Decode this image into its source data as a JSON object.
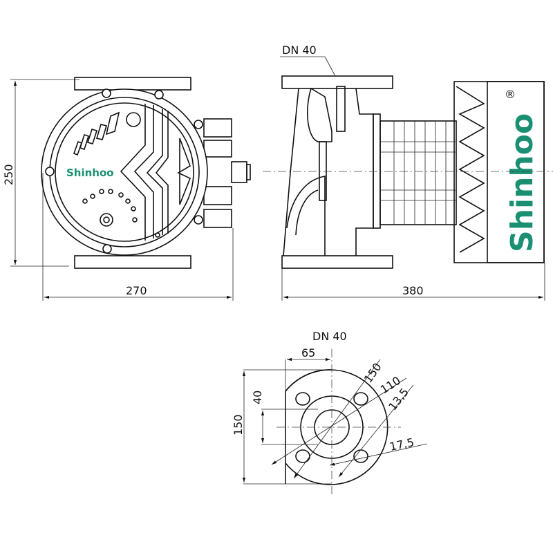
{
  "brand": {
    "name": "Shinhoo",
    "registered": "®",
    "color": "#1b8f72"
  },
  "front_view": {
    "height_label": "250",
    "width_label": "270"
  },
  "side_view": {
    "connection_label": "DN 40",
    "length_label": "380"
  },
  "flange_view": {
    "title": "DN 40",
    "offset_label": "65",
    "slot_spacing_label": "40",
    "height_label": "150",
    "outer_diameter_label": "150",
    "bolt_circle_label": "110",
    "hole_min_label": "13,5",
    "hole_max_label": "17,5"
  }
}
